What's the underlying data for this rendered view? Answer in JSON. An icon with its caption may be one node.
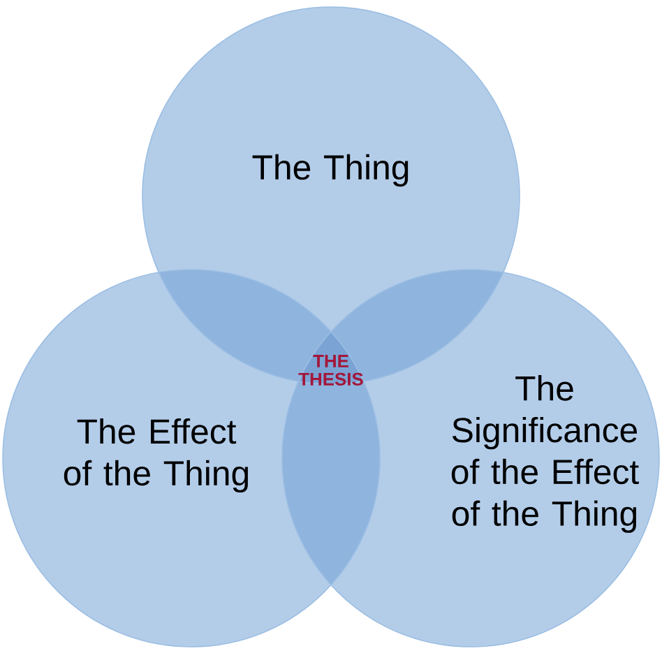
{
  "diagram": {
    "nodes": [
      {
        "text": [
          "The Thing"
        ]
      },
      {
        "text": [
          "The Effect of the Thing"
        ]
      },
      {
        "text": [
          "The Significance of the Effect of the Thing"
        ]
      }
    ],
    "labels": [
      "THE THESIS"
    ]
  }
}
